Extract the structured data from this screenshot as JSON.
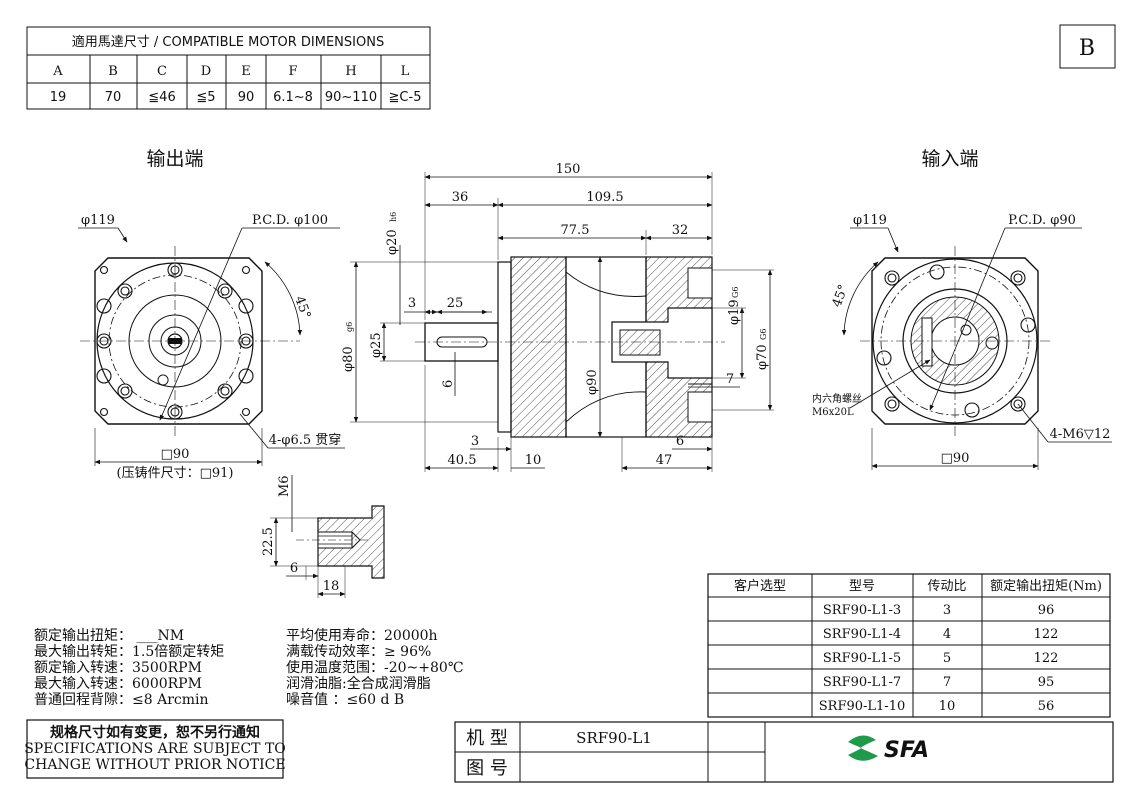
{
  "sheet": {
    "revision": "B"
  },
  "motor_table": {
    "title": "適用馬達尺寸 / COMPATIBLE MOTOR DIMENSIONS",
    "headers": [
      "A",
      "B",
      "C",
      "D",
      "E",
      "F",
      "H",
      "L"
    ],
    "values": [
      "19",
      "70",
      "≦46",
      "≦5",
      "90",
      "6.1~8",
      "90~110",
      "≧C-5"
    ]
  },
  "views": {
    "output_end": {
      "title": "输出端",
      "dia_outer": "φ119",
      "pcd": "P.C.D. φ100",
      "angle": "45°",
      "holes": "4-φ6.5 贯穿",
      "square": "□90",
      "cast_note": "(压铸件尺寸：□91)"
    },
    "input_end": {
      "title": "输入端",
      "dia_outer": "φ119",
      "pcd": "P.C.D. φ90",
      "angle": "45°",
      "screw_note_1": "内六角螺丝",
      "screw_note_2": "M6x20L",
      "holes": "4-M6▽12",
      "square": "□90"
    },
    "side": {
      "len_total": "150",
      "len_36": "36",
      "len_109_5": "109.5",
      "len_77_5": "77.5",
      "len_32": "32",
      "dia_20": "φ20",
      "tol_h6": "h6",
      "len_3": "3",
      "len_25": "25",
      "dia_80": "φ80",
      "tol_g6": "g6",
      "dia_25": "φ25",
      "key_6": "6",
      "dia_90": "φ90",
      "dia_19": "φ19",
      "tol_G6": "G6",
      "dia_70": "φ70",
      "len_7": "7",
      "len_3b": "3",
      "len_6": "6",
      "len_40_5": "40.5",
      "len_10": "10",
      "len_47": "47"
    },
    "detail": {
      "thread": "M6",
      "d_22_5": "22.5",
      "d_6": "6",
      "d_18": "18"
    }
  },
  "specs": {
    "left": [
      "额定输出扭矩：   ___NM",
      "最大输出转矩：1.5倍额定转矩",
      "额定输入转速：3500RPM",
      "最大输入转速：6000RPM",
      "普通回程背隙：≤8 Arcmin"
    ],
    "right": [
      "平均使用寿命：20000h",
      "满载传动效率：≥  96%",
      "使用温度范围：-20~+80℃",
      "润滑油脂:全合成润滑脂",
      "噪音值        ：≤60 d B"
    ]
  },
  "model_table": {
    "headers": [
      "客户选型",
      "型号",
      "传动比",
      "额定输出扭矩(Nm)"
    ],
    "rows": [
      [
        "",
        "SRF90-L1-3",
        "3",
        "96"
      ],
      [
        "",
        "SRF90-L1-4",
        "4",
        "122"
      ],
      [
        "",
        "SRF90-L1-5",
        "5",
        "122"
      ],
      [
        "",
        "SRF90-L1-7",
        "7",
        "95"
      ],
      [
        "",
        "SRF90-L1-10",
        "10",
        "56"
      ]
    ]
  },
  "notice": {
    "line1": "规格尺寸如有变更，恕不另行通知",
    "line2": "SPECIFICATIONS ARE SUBJECT TO",
    "line3": "CHANGE WITHOUT PRIOR NOTICE"
  },
  "title_block": {
    "model_label": "机 型",
    "model_value": "SRF90-L1",
    "drawing_label": "图 号",
    "drawing_value": "",
    "logo_text": "SFA",
    "logo_color": "#1e9a4a"
  }
}
